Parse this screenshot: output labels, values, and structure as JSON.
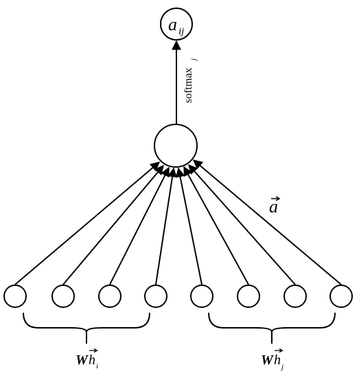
{
  "output_node": {
    "symbol": "a",
    "subscript": "ij"
  },
  "softmax_label": {
    "text": "softmax",
    "subscript": "j"
  },
  "attention_vector_label": {
    "symbol": "a"
  },
  "left_group_label": {
    "symbol_w": "W",
    "symbol_h": "h",
    "subscript": "i"
  },
  "right_group_label": {
    "symbol_w": "W",
    "symbol_h": "h",
    "subscript": "j"
  },
  "input_node_count": 8,
  "colors": {
    "stroke": "#000000",
    "fill": "#ffffff"
  }
}
